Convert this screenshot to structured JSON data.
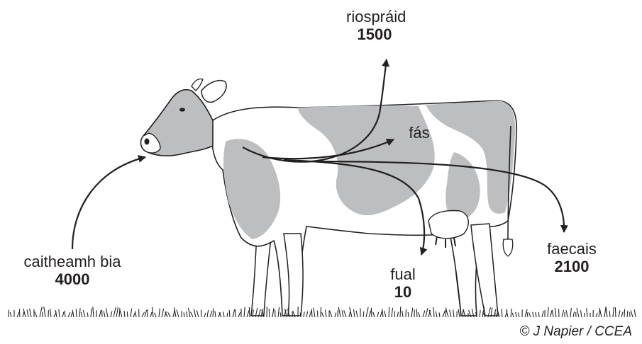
{
  "labels": {
    "respiration": {
      "name": "riospráid",
      "value": "1500"
    },
    "growth": {
      "name": "fás"
    },
    "food_intake": {
      "name": "caitheamh bia",
      "value": "4000"
    },
    "urine": {
      "name": "fual",
      "value": "10"
    },
    "faeces": {
      "name": "faecais",
      "value": "2100"
    }
  },
  "credit": "© J Napier / CCEA",
  "colors": {
    "ink": "#231f20",
    "patch": "#bcbec0",
    "grass": "#231f20"
  }
}
